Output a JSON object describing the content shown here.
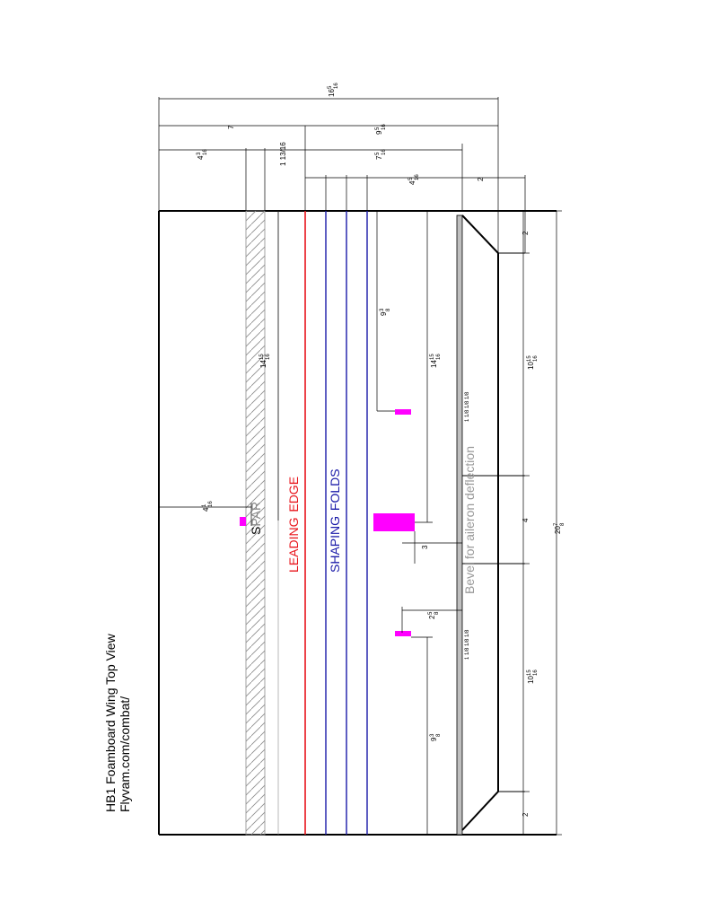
{
  "title": {
    "line1": "HB1 Foamboard Wing Top View",
    "line2": "Flyvam.com/combat/"
  },
  "labels": {
    "spar_s": "S",
    "spar_par": "PAR",
    "leading_edge_1": "LEADING",
    "leading_edge_2": "EDGE",
    "shaping_folds_1": "SHAPING",
    "shaping_folds_2": "FOLDS",
    "bevel": "Bevel for aileron deflection"
  },
  "dimensions": {
    "top_overall": {
      "whole": "16",
      "num": "5",
      "den": "16"
    },
    "top_seven": "7",
    "top_right": {
      "whole": "9",
      "num": "5",
      "den": "16"
    },
    "top_left": {
      "whole": "4",
      "num": "3",
      "den": "16"
    },
    "top_mid": "1 13/16",
    "top_mid_right": {
      "whole": "7",
      "num": "5",
      "den": "16"
    },
    "top_small": {
      "whole": "4",
      "num": "5",
      "den": "16"
    },
    "top_two": "2",
    "le_length": {
      "whole": "14",
      "num": "15",
      "den": "16"
    },
    "spar_offset": {
      "whole": "4",
      "num": "1",
      "den": "16"
    },
    "fold_length": {
      "whole": "14",
      "num": "15",
      "den": "16"
    },
    "horn_upper": {
      "whole": "9",
      "num": "3",
      "den": "8"
    },
    "horn_gap": "3",
    "horn_lower_small": {
      "whole": "2",
      "num": "5",
      "den": "8"
    },
    "horn_lower": {
      "whole": "9",
      "num": "3",
      "den": "8"
    },
    "aileron_upper": {
      "whole": "10",
      "num": "15",
      "den": "16"
    },
    "aileron_mid": "4",
    "aileron_lower": {
      "whole": "10",
      "num": "15",
      "den": "16"
    },
    "tip_upper": "2",
    "tip_lower": "2",
    "span_total": {
      "whole": "20",
      "num": "7",
      "den": "8"
    },
    "hinge_upper": "1 1/8 1/8 1/8",
    "hinge_lower": "1 1/8 1/8 1/8"
  },
  "colors": {
    "leading_edge": "#e8141b",
    "shaping_folds": "#1a1aa8",
    "spar_hatch": "#8a8a8a",
    "control_horn": "#ff00ff",
    "bevel_text": "#999999",
    "outline": "#000000"
  }
}
